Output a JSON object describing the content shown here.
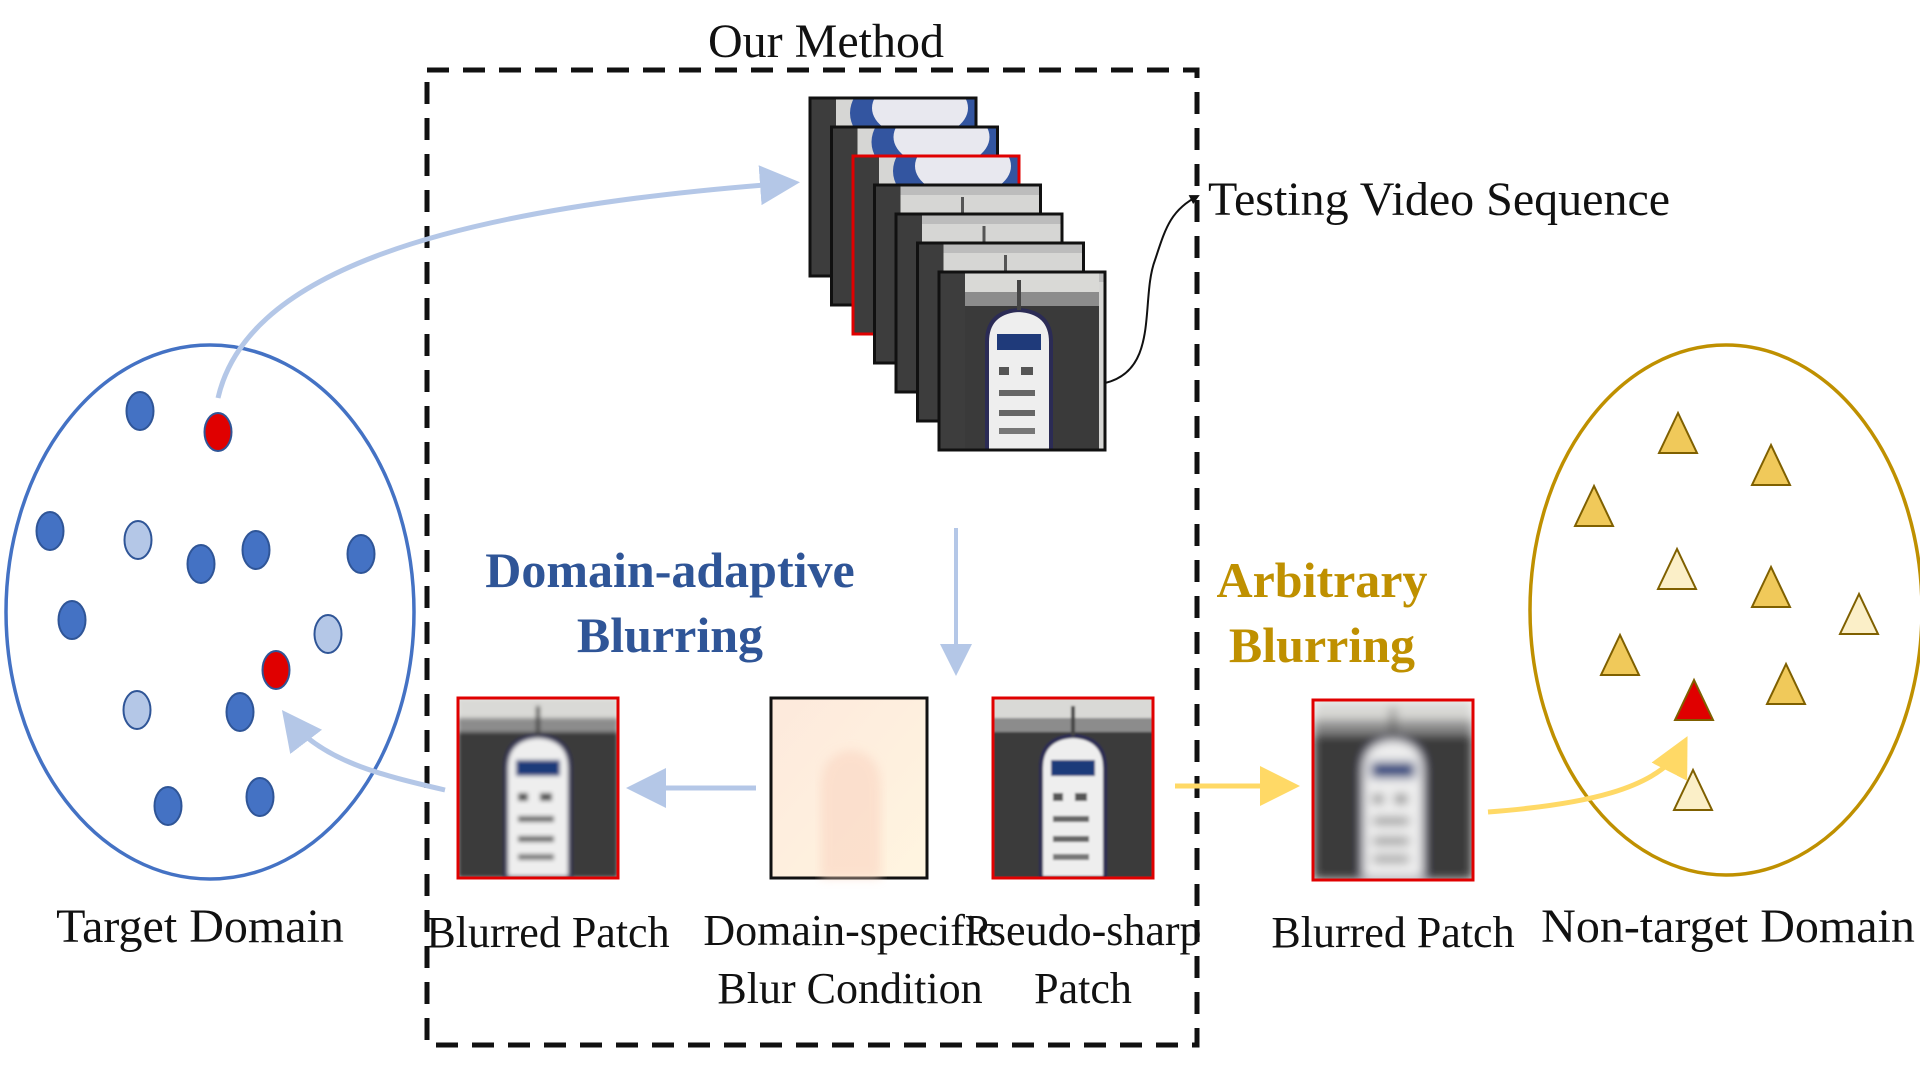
{
  "method": {
    "title": "Our Method"
  },
  "video": {
    "label": "Testing Video Sequence",
    "frame_count": 7,
    "highlighted_frame": 3
  },
  "adaptive": {
    "line1": "Domain-adaptive",
    "line2": "Blurring",
    "color": "#2f5597"
  },
  "arbitrary": {
    "line1": "Arbitrary",
    "line2": "Blurring",
    "color": "#bf9000"
  },
  "patches": {
    "blurred_left": "Blurred Patch",
    "condition_line1": "Domain-specific",
    "condition_line2": "Blur Condition",
    "sharp_line1": "Pseudo-sharp",
    "sharp_line2": "Patch",
    "blurred_right": "Blurred Patch"
  },
  "target_domain": {
    "label": "Target Domain",
    "circle_color": "#4472c4",
    "dot_dark": "#4472c4",
    "dot_light": "#b4c7e7",
    "dot_highlight": "#e00000"
  },
  "nontarget_domain": {
    "label": "Non-target Domain",
    "circle_color": "#bf9000",
    "tri_dark": "#f0c95a",
    "tri_light": "#fbefc8",
    "tri_highlight": "#e00000"
  },
  "colors": {
    "arrow_blue": "#b4c7e7",
    "arrow_gold": "#ffd966",
    "frame_red": "#e00000"
  }
}
